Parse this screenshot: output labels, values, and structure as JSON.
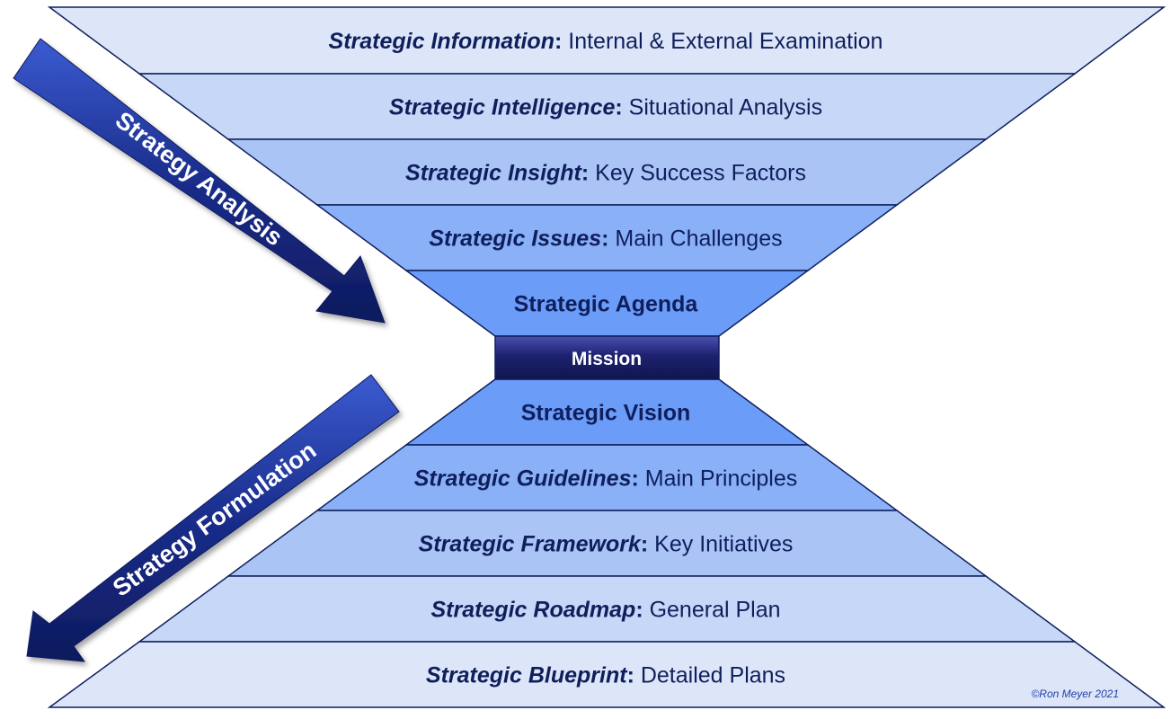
{
  "diagram": {
    "analysis_arrow_label": "Strategy Analysis",
    "formulation_arrow_label": "Strategy Formulation",
    "mission_label": "Mission",
    "copyright": "©Ron Meyer 2021",
    "colors": {
      "band_light": "#dde6f8",
      "band_mid": "#c6d7f7",
      "band_blue": "#aac4f6",
      "band_deeper": "#8ab0f8",
      "band_deepest": "#6b9cf8",
      "outline": "#0f1f5c",
      "arrow": "#1a2d8c",
      "mission": "#1d2270"
    },
    "top_bands": [
      {
        "term": "Strategic Information",
        "separator": ":",
        "description": " Internal & External Examination"
      },
      {
        "term": "Strategic Intelligence",
        "separator": ":",
        "description": " Situational Analysis"
      },
      {
        "term": "Strategic Insight",
        "separator": ":",
        "description": " Key Success Factors"
      },
      {
        "term": "Strategic Issues",
        "separator": ":",
        "description": " Main Challenges"
      },
      {
        "term": "Strategic Agenda",
        "separator": "",
        "description": ""
      }
    ],
    "bottom_bands": [
      {
        "term": "Strategic Vision",
        "separator": "",
        "description": ""
      },
      {
        "term": "Strategic Guidelines",
        "separator": ":",
        "description": " Main Principles"
      },
      {
        "term": "Strategic Framework",
        "separator": ":",
        "description": " Key Initiatives"
      },
      {
        "term": "Strategic Roadmap",
        "separator": ":",
        "description": " General Plan"
      },
      {
        "term": "Strategic Blueprint",
        "separator": ":",
        "description": " Detailed Plans"
      }
    ]
  }
}
